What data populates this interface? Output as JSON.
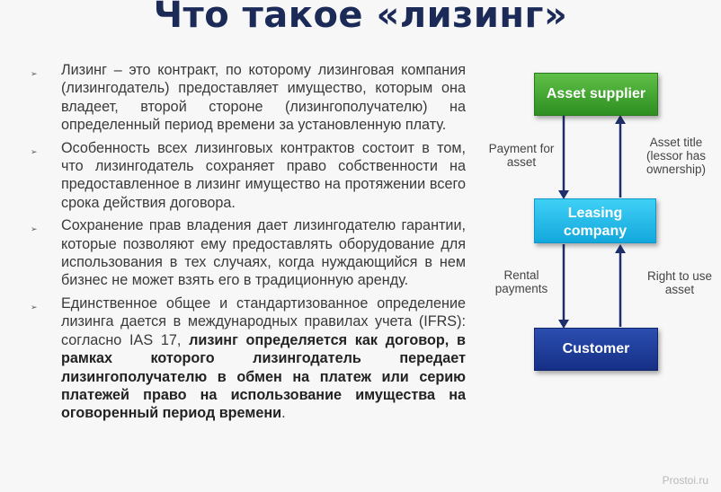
{
  "title": "Что такое «лизинг»",
  "bullets": [
    {
      "text": "Лизинг – это контракт, по которому лизинговая компания (лизингодатель) предоставляет имущество, которым она владеет, второй стороне (лизингополучателю) на определенный период времени за установленную плату."
    },
    {
      "text": "Особенность всех лизинговых контрактов состоит в том, что лизингодатель сохраняет право собственности на предоставленное в лизинг имущество на протяжении всего срока действия договора."
    },
    {
      "text": "Сохранение прав владения дает лизингодателю гарантии, которые позволяют ему предоставлять оборудование для использования в тех случаях, когда нуждающийся в нем бизнес не может взять его в традиционную аренду."
    },
    {
      "text": "Единственное общее и стандартизованное определение лизинга дается в международных правилах учета (IFRS): согласно IAS 17, ",
      "bold": "лизинг определяется как договор, в рамках которого лизингодатель передает лизингополучателю в обмен на платеж или серию платежей право на использование имущества на оговоренный период времени",
      "tail": "."
    }
  ],
  "diagram": {
    "supplier": "Asset supplier",
    "leasing_line1": "Leasing",
    "leasing_line2": "company",
    "customer": "Customer",
    "payment_for_asset": "Payment for asset",
    "asset_title": "Asset title (lessor has ownership)",
    "rental_payments": "Rental payments",
    "right_to_use": "Right to use asset"
  },
  "watermark": "Prostoi.ru",
  "colors": {
    "title": "#1b2a57",
    "supplier": "#3ca62f",
    "leasing": "#1bb4e6",
    "customer": "#1c378f",
    "arrow": "#1f2f6e"
  }
}
